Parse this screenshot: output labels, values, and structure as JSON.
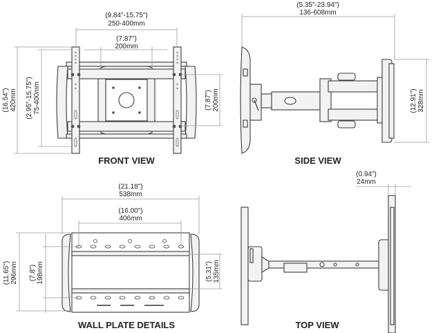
{
  "front_view": {
    "title": "FRONT VIEW",
    "width_range_in": "(9.84\"-15.75\")",
    "width_range_mm": "250-400mm",
    "inner_width_in": "(7.87\")",
    "inner_width_mm": "200mm",
    "height_in": "(16.54\")",
    "height_mm": "420mm",
    "height_range_in": "(2.95\"-15.75\")",
    "height_range_mm": "75-400mm",
    "inner_height_in": "(7.87\")",
    "inner_height_mm": "200mm"
  },
  "side_view": {
    "title": "SIDE VIEW",
    "extension_in": "(5.35\"-23.94\")",
    "extension_mm": "136-608mm",
    "height_in": "(12.91\")",
    "height_mm": "328mm"
  },
  "wall_plate": {
    "title": "WALL PLATE DETAILS",
    "width_in": "(21.18\")",
    "width_mm": "538mm",
    "hole_span_in": "(16.00\")",
    "hole_span_mm": "406mm",
    "height_in": "(11.65\")",
    "height_mm": "296mm",
    "inner_height_in": "(7.8\")",
    "inner_height_mm": "198mm",
    "slot_span_in": "(5.31\")",
    "slot_span_mm": "135mm"
  },
  "top_view": {
    "title": "TOP VIEW",
    "depth_in": "(0.94\")",
    "depth_mm": "24mm"
  }
}
